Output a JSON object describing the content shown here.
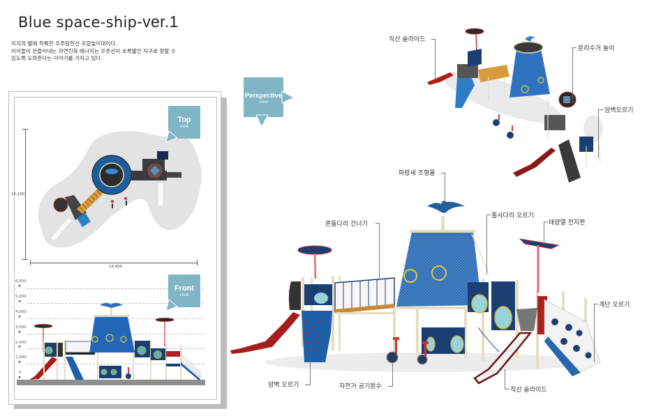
{
  "title": {
    "main": "Blue space-ship",
    "suffix": "-ver.1"
  },
  "description": [
    "미지의 별에 착륙한 우주탐현선 조합놀이대이다.",
    "아이들이 만들어내는 자연친화 에너지는 우주선이 초록별인 지구로 향할 수",
    "있도록 도와준다는 이야기를 가지고 있다."
  ],
  "top_view": {
    "tag_title": "Top",
    "tag_sub": "view",
    "dim_height": "12,100",
    "dim_width": "14,600"
  },
  "front_view": {
    "tag_title": "Front",
    "tag_sub": "view",
    "height_levels": [
      "6,000",
      "5,000",
      "4,000",
      "3,000",
      "2,000",
      "1,000",
      "0"
    ]
  },
  "perspective_view": {
    "tag_title": "Perspective",
    "tag_sub": "view"
  },
  "callouts_top": [
    "직선 슬라이드",
    "분리수거 놀이",
    "암벽오르기"
  ],
  "callouts_bottom": [
    "파랑새 조형물",
    "흔들다리 건너기",
    "줄사다리 오르기",
    "태양열 전지판",
    "계단 오르기",
    "암벽 오르기",
    "자전거 공기분수",
    "직선 슬라이드"
  ],
  "colors": {
    "tag": "#7fb5c4",
    "structure_blue": "#1f5fa8",
    "navy_panel": "#1c3f73",
    "slide_red": "#a01a1a",
    "post_beige": "#e6dcc0",
    "ground_gray": "#8a8a8a"
  }
}
